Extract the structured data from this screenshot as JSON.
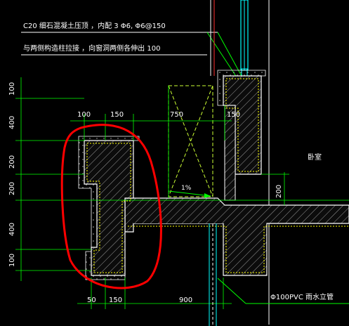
{
  "notes": {
    "line1": "C20 细石混凝土压顶   ，内配 3 Φ6, Φ6@150",
    "line2": "与两侧构造柱拉接     ，向窗洞两侧各伸出    100"
  },
  "dims_top": [
    "100",
    "150",
    "750",
    "150"
  ],
  "dims_left": [
    "100",
    "400",
    "200",
    "200",
    "400",
    "100"
  ],
  "dims_bottom": [
    "50",
    "150",
    "900"
  ],
  "dim_right": "200",
  "room_label": "卧室",
  "slope_label": "1%",
  "pipe_label": "Φ100PVC  雨水立管",
  "colors": {
    "background": "#000000",
    "dim_line": "#00ff00",
    "window": "#00ffff",
    "insulation": "#ffff00",
    "highlight": "#ff0000",
    "text": "#ffffff"
  }
}
